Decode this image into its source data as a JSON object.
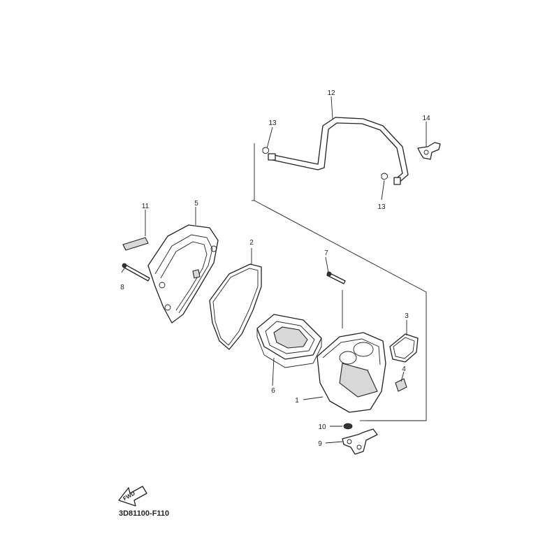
{
  "diagram_code": "3D81100-F110",
  "fwd_label": "FWD",
  "callouts": [
    {
      "id": "c1",
      "label": "1"
    },
    {
      "id": "c2",
      "label": "2"
    },
    {
      "id": "c3",
      "label": "3"
    },
    {
      "id": "c4",
      "label": "4"
    },
    {
      "id": "c5",
      "label": "5"
    },
    {
      "id": "c6",
      "label": "6"
    },
    {
      "id": "c7",
      "label": "7"
    },
    {
      "id": "c8",
      "label": "8"
    },
    {
      "id": "c9",
      "label": "9"
    },
    {
      "id": "c10",
      "label": "10"
    },
    {
      "id": "c11",
      "label": "11"
    },
    {
      "id": "c12",
      "label": "12"
    },
    {
      "id": "c13a",
      "label": "13"
    },
    {
      "id": "c13b",
      "label": "13"
    },
    {
      "id": "c14",
      "label": "14"
    }
  ]
}
